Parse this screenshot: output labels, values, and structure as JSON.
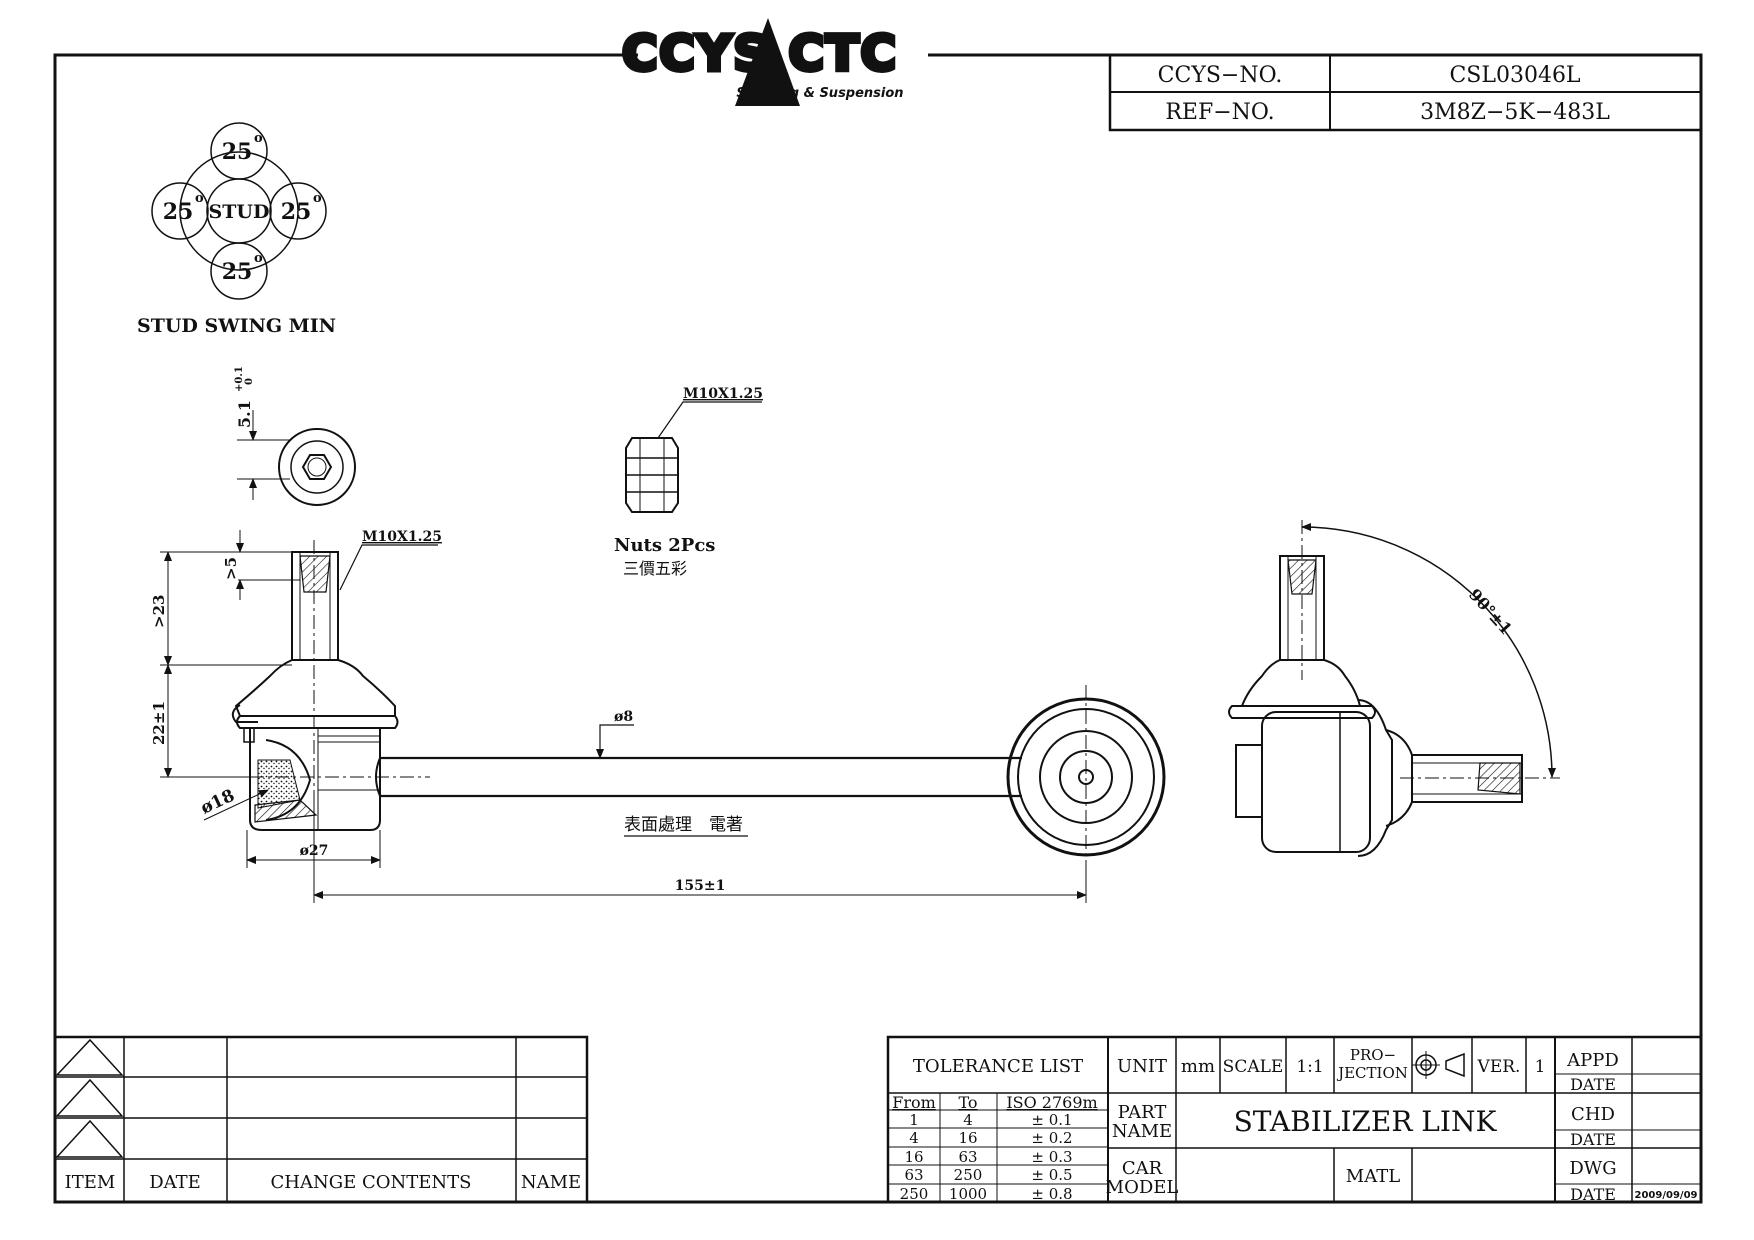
{
  "logo": {
    "brand": "CCYS CTC",
    "subtitle": "Steering & Suspension"
  },
  "info_box": {
    "ccys_label": "CCYS−NO.",
    "ccys_value": "CSL03046L",
    "ref_label": "REF−NO.",
    "ref_value": "3M8Z−5K−483L"
  },
  "stud_swing": {
    "center": "STUD",
    "angles": [
      "25",
      "25",
      "25",
      "25"
    ],
    "degree": "o",
    "caption": "STUD  SWING  MIN"
  },
  "dims": {
    "hex_depth": "5.1",
    "hex_tol_plus": "+0.1",
    "hex_tol_minus": "0",
    "thread": "M10X1.25",
    "nut_thread": "M10X1.25",
    "gt5": ">5",
    "gt23": ">23",
    "d22": "22±1",
    "d18": "ø18",
    "d27": "ø27",
    "d8": "ø8",
    "length": "155±1",
    "angle": "90°±1"
  },
  "notes": {
    "nuts": "Nuts  2Pcs",
    "nuts_cn": "三價五彩",
    "surface": "表面處理　電著"
  },
  "revision_table": {
    "headers": [
      "ITEM",
      "DATE",
      "CHANGE  CONTENTS",
      "NAME"
    ]
  },
  "title_block": {
    "tolerance_title": "TOLERANCE  LIST",
    "tol_headers": [
      "From",
      "To",
      "ISO  2769m"
    ],
    "tol_rows": [
      [
        "1",
        "4",
        "±  0.1"
      ],
      [
        "4",
        "16",
        "±  0.2"
      ],
      [
        "16",
        "63",
        "±  0.3"
      ],
      [
        "63",
        "250",
        "±  0.5"
      ],
      [
        "250",
        "1000",
        "±  0.8"
      ]
    ],
    "unit_label": "UNIT",
    "unit_value": "mm",
    "scale_label": "SCALE",
    "scale_value": "1:1",
    "projection_label_1": "PRO−",
    "projection_label_2": "JECTION",
    "ver_label": "VER.",
    "ver_value": "1",
    "part_name_label_1": "PART",
    "part_name_label_2": "NAME",
    "part_name": "STABILIZER  LINK",
    "car_model_label_1": "CAR",
    "car_model_label_2": "MODEL",
    "matl_label": "MATL",
    "appd_label": "APPD",
    "chd_label": "CHD",
    "dwg_label": "DWG",
    "date_label": "DATE",
    "dwg_date": "2009/09/09"
  }
}
